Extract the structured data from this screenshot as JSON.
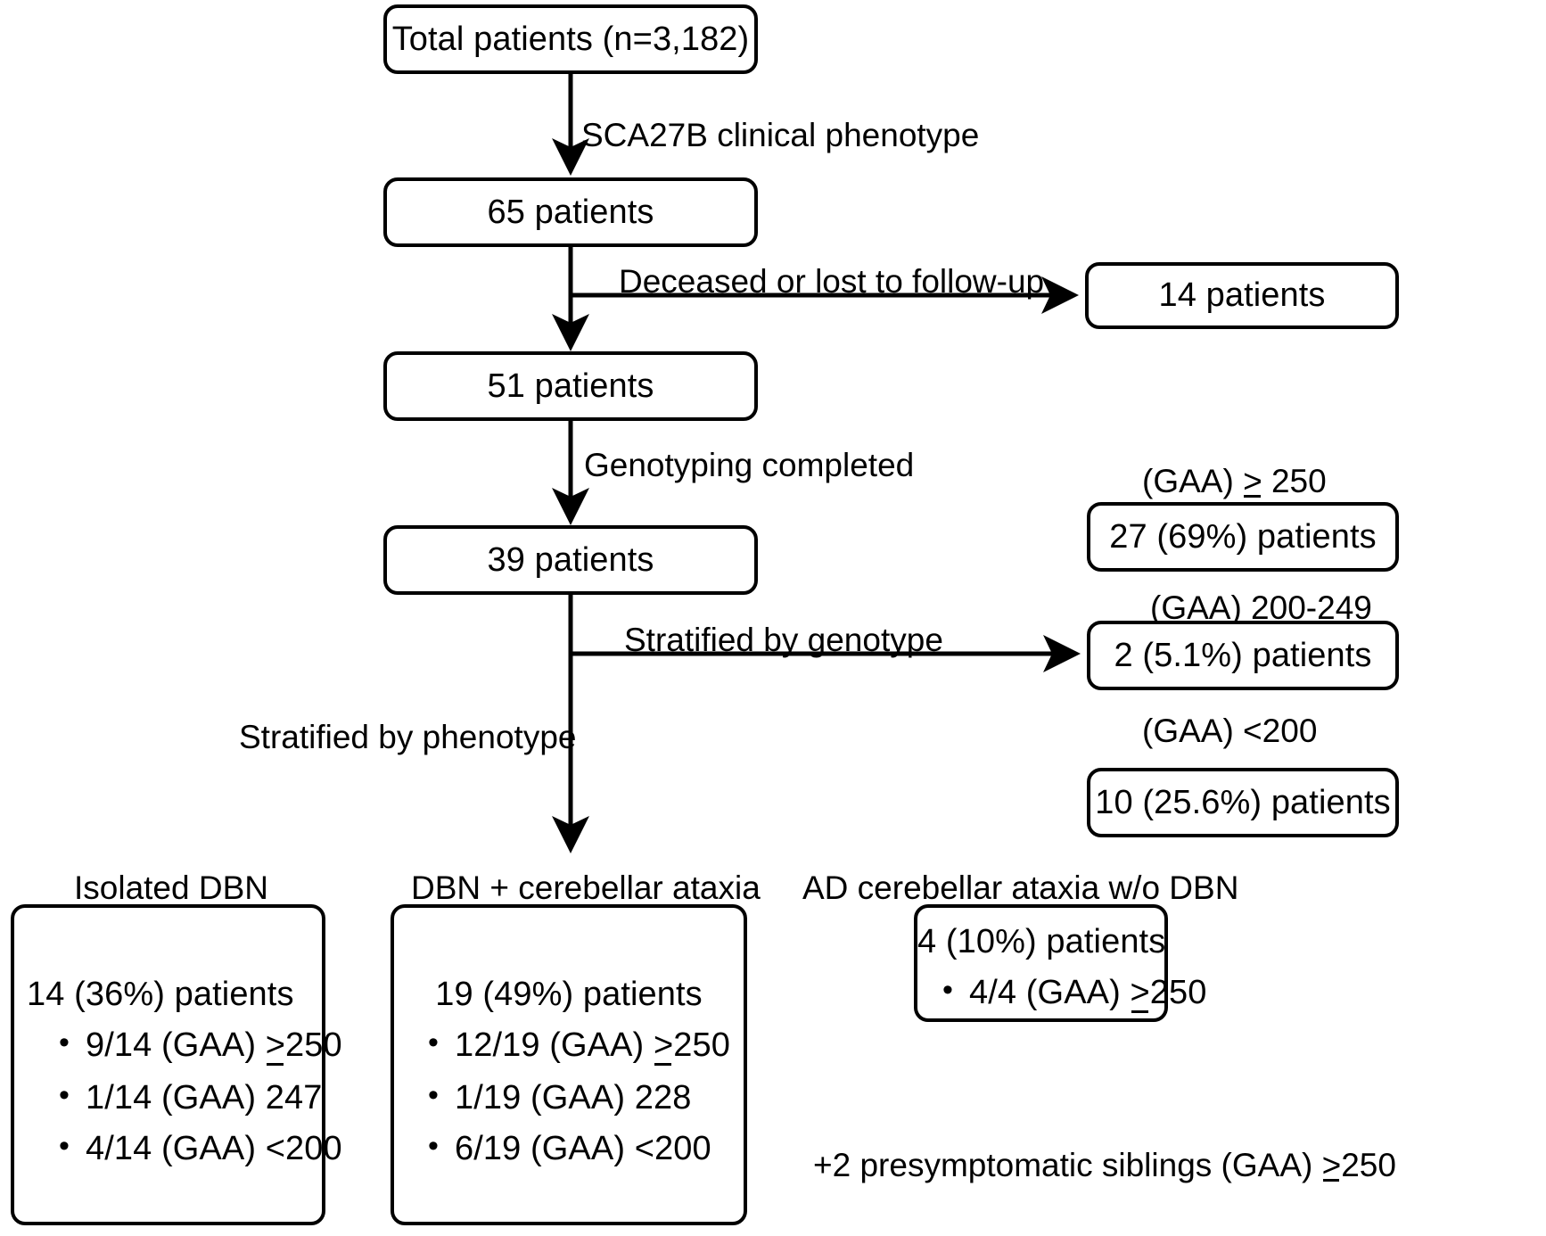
{
  "diagram": {
    "title": "SCA27B patient selection and stratification flowchart",
    "nodes": {
      "total_patients": "Total patients (n=3,182)",
      "phenotype_65": "65 patients",
      "excluded_14": "14 patients",
      "remaining_51": "51 patients",
      "genotyped_39": "39 patients",
      "gaa_ge250": "27 (69%) patients",
      "gaa_200_249": "2  (5.1%) patients",
      "gaa_lt200": "10  (25.6%) patients"
    },
    "edge_labels": {
      "sca27b_phenotype": "SCA27B clinical phenotype",
      "deceased_lost": "Deceased or lost to follow-up",
      "genotyping_completed": "Genotyping completed",
      "stratified_by_genotype": "Stratified by genotype",
      "stratified_by_phenotype": "Stratified by phenotype"
    },
    "genotype_labels": {
      "ge250": "(GAA) ≥ 250",
      "ge250_prefix": "(GAA) ",
      "ge250_symbol": ">",
      "ge250_suffix": " 250",
      "range_200_249": "(GAA) 200-249",
      "lt200": "(GAA) <200"
    },
    "phenotype_groups": [
      {
        "label": "Isolated DBN",
        "headline": "14 (36%) patients",
        "items": [
          {
            "prefix": "9/14 (GAA) ",
            "symbol": ">",
            "suffix": "250"
          },
          {
            "prefix": "1/14 (GAA) 247",
            "symbol": "",
            "suffix": ""
          },
          {
            "prefix": "4/14 (GAA) <200",
            "symbol": "",
            "suffix": ""
          }
        ]
      },
      {
        "label": "DBN + cerebellar ataxia",
        "headline": "19 (49%) patients",
        "items": [
          {
            "prefix": "12/19 (GAA) ",
            "symbol": ">",
            "suffix": "250"
          },
          {
            "prefix": "1/19 (GAA) 228",
            "symbol": "",
            "suffix": ""
          },
          {
            "prefix": "6/19 (GAA) <200",
            "symbol": "",
            "suffix": ""
          }
        ]
      },
      {
        "label": "AD cerebellar ataxia w/o DBN",
        "headline": "4 (10%) patients",
        "items": [
          {
            "prefix": "4/4 (GAA) ",
            "symbol": ">",
            "suffix": "250"
          }
        ]
      }
    ],
    "footnote": {
      "prefix": "+2 presymptomatic siblings (GAA) ",
      "symbol": ">",
      "suffix": "250"
    },
    "colors": {
      "stroke": "#000000",
      "background": "#ffffff",
      "text": "#000000"
    }
  }
}
